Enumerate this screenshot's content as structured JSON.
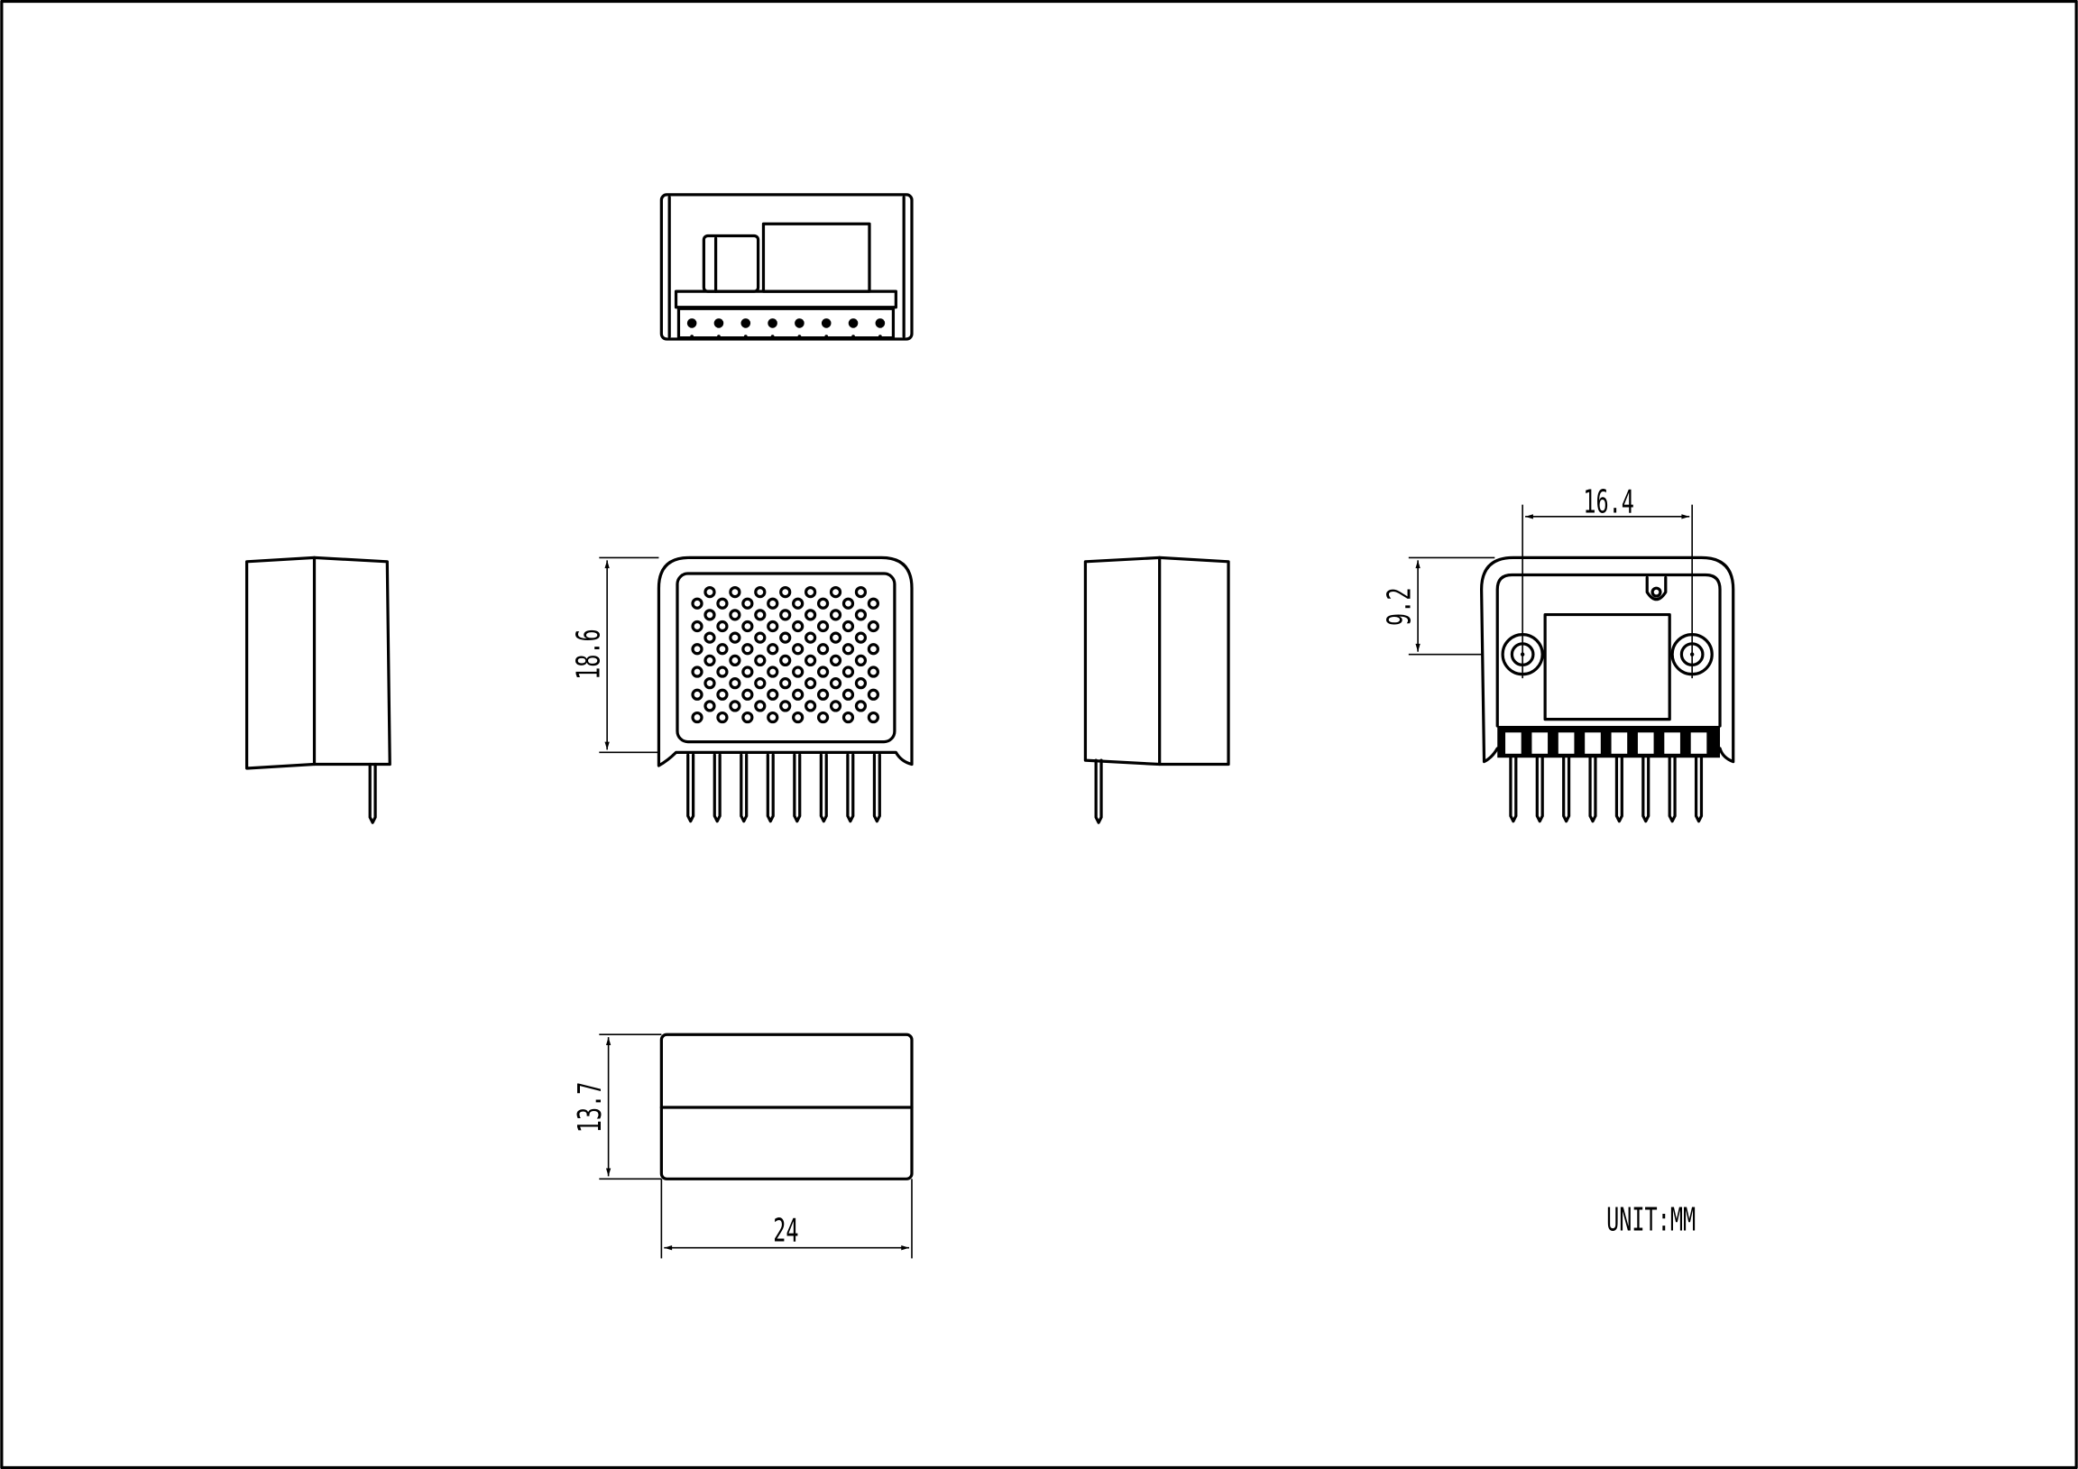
{
  "drawing": {
    "unit_label": "UNIT:MM",
    "dimensions": {
      "hole_spacing": "16.4",
      "hole_height": "9.2",
      "body_height": "18.6",
      "depth": "13.7",
      "width": "24"
    },
    "pin_count": 8,
    "colors": {
      "line": "#000000",
      "background": "#ffffff"
    }
  }
}
